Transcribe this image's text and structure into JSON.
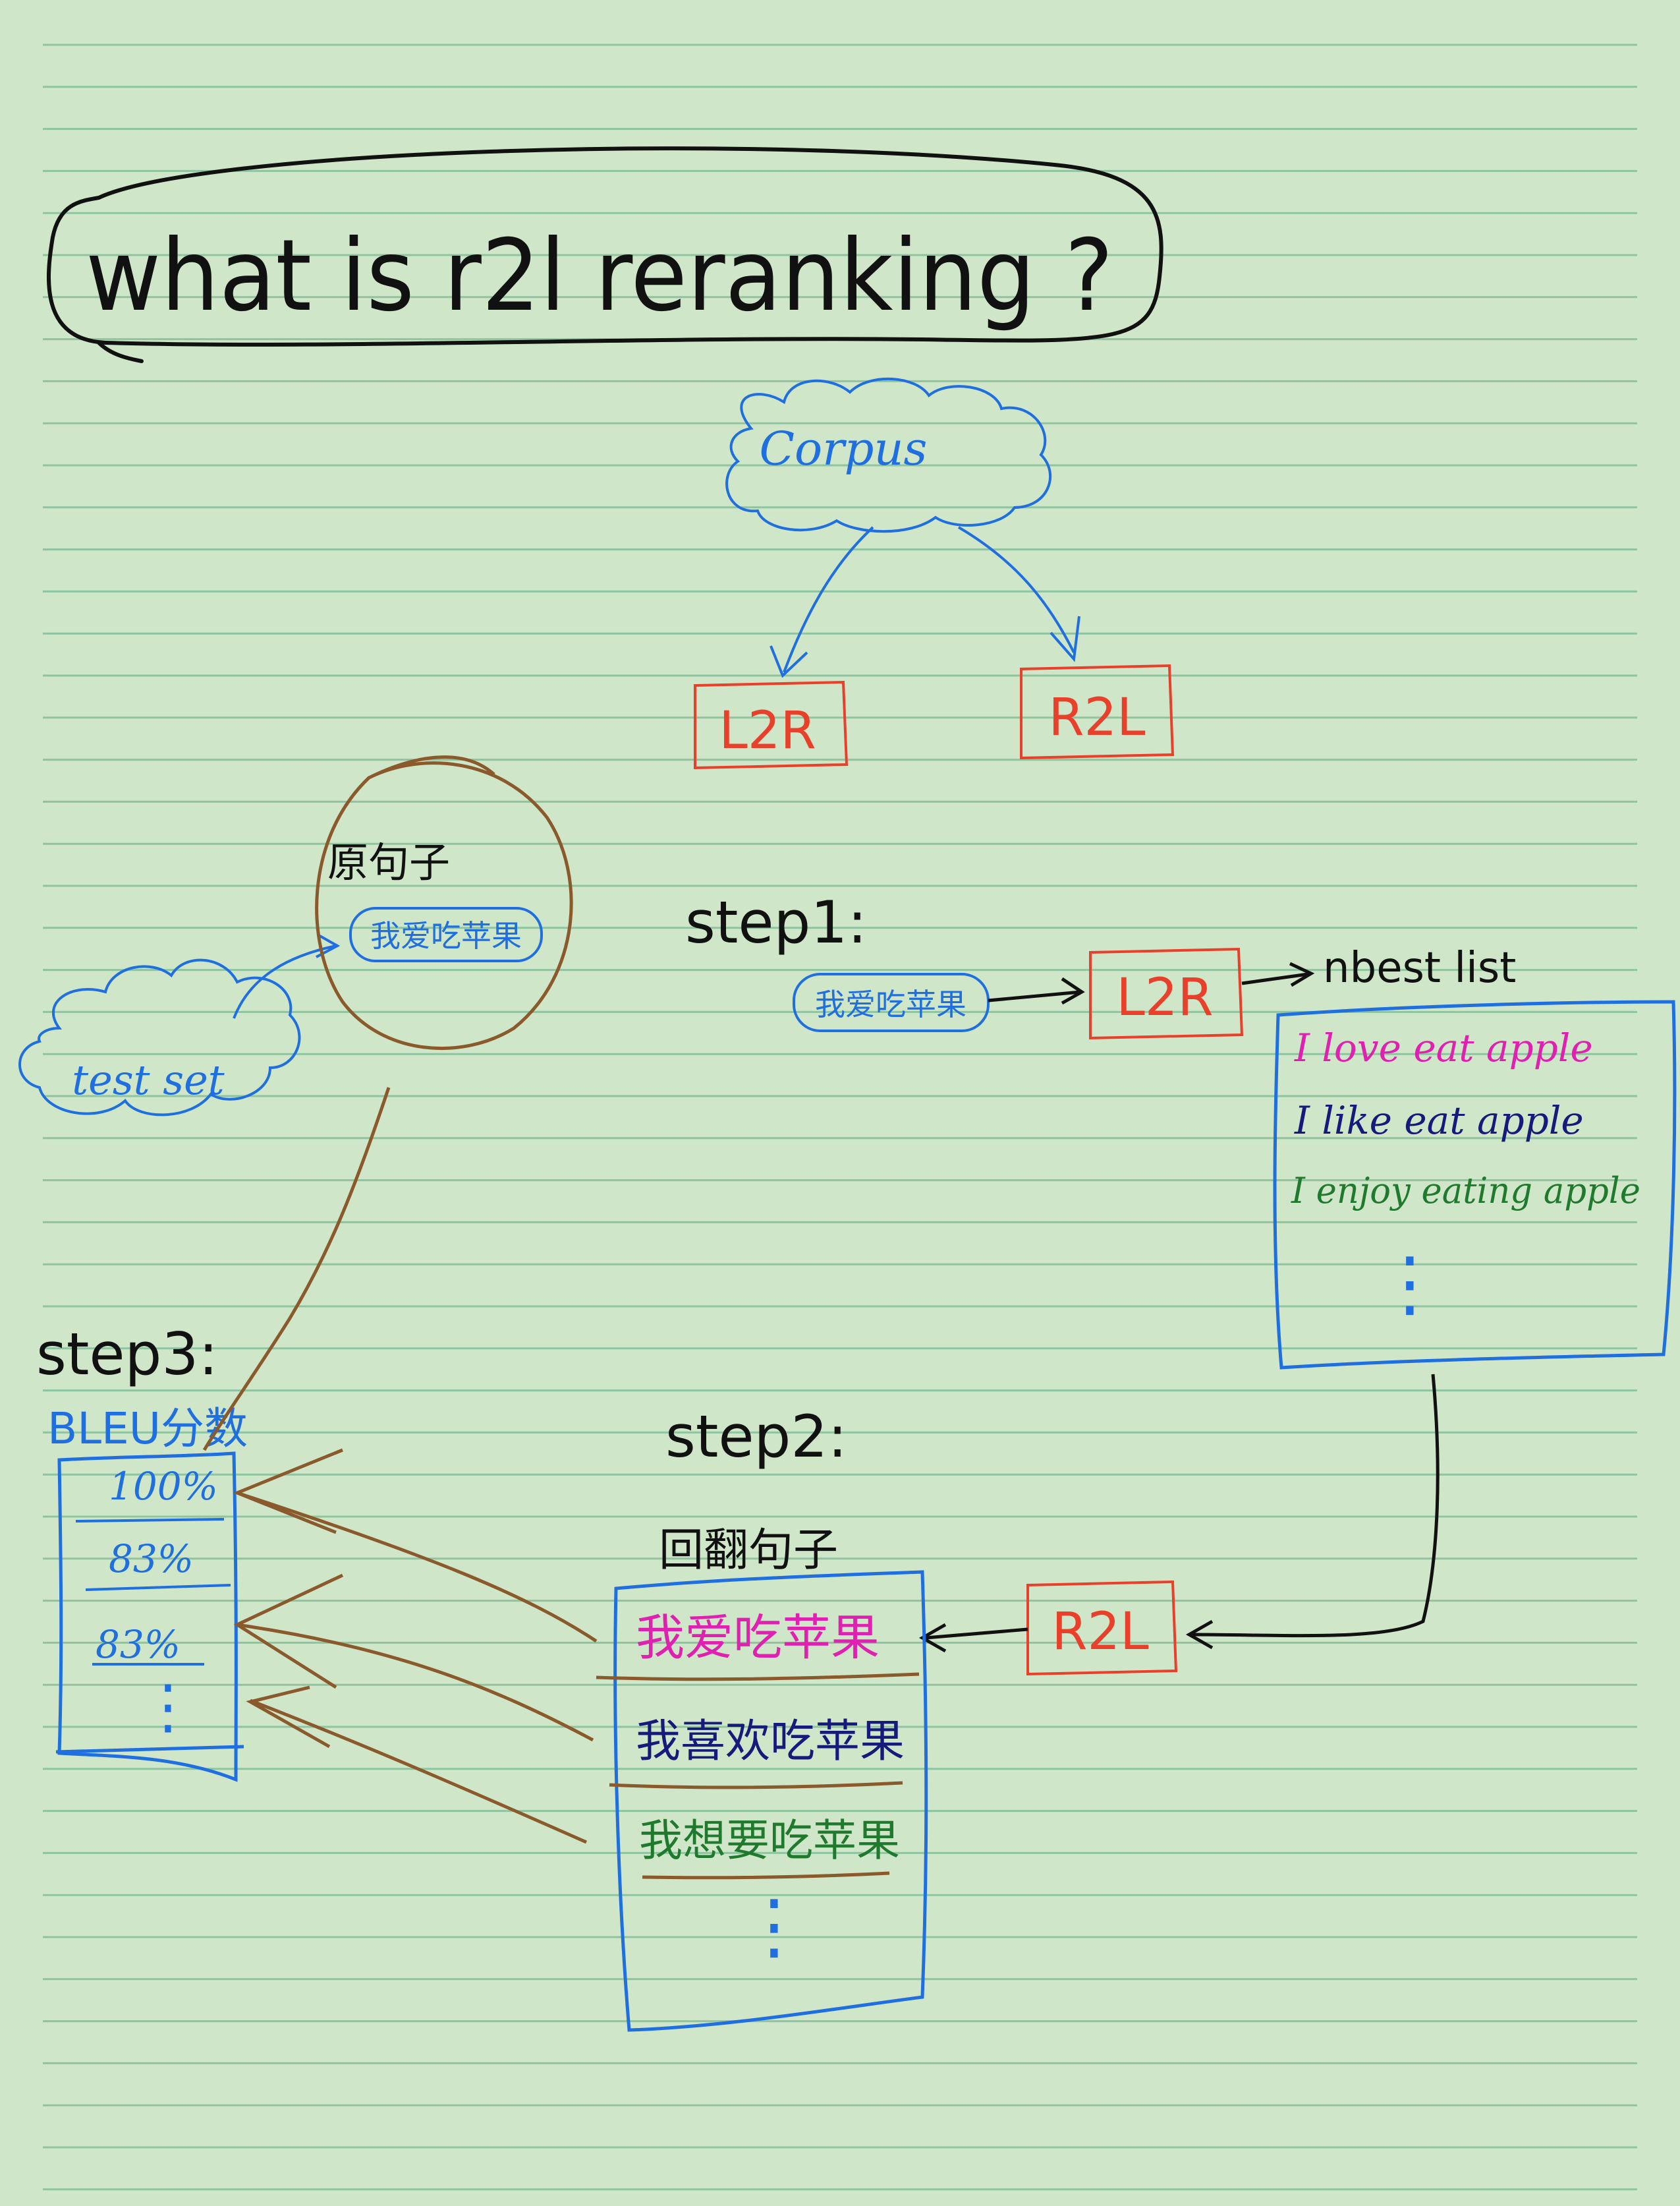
{
  "title": "what is r2l reranking ?",
  "corpus": {
    "label": "Corpus"
  },
  "models": {
    "l2r": "L2R",
    "r2l": "R2L"
  },
  "test_set": {
    "label": "test set",
    "sentence_header": "原句子",
    "sentence": "我爱吃苹果"
  },
  "step1": {
    "label": "step1:",
    "input": "我爱吃苹果",
    "model": "L2R",
    "output_label": "nbest list",
    "nbest": [
      "I love eat apple",
      "I like eat apple",
      "I enjoy eating apple"
    ],
    "ellipsis": "⋮"
  },
  "step2": {
    "label": "step2:",
    "model": "R2L",
    "header": "回翻句子",
    "sentences": [
      "我爱吃苹果",
      "我喜欢吃苹果",
      "我想要吃苹果"
    ],
    "ellipsis": "⋮"
  },
  "step3": {
    "label": "step3:",
    "header": "BLEU分数",
    "scores": [
      "100%",
      "83%",
      "83%"
    ],
    "ellipsis": "⋮"
  },
  "colors": {
    "paper": "#cfe6c8",
    "rule_line": "#8fc4a0",
    "ink": "#111111",
    "blue": "#1f6fe0",
    "red": "#e8402a",
    "brown": "#8a5a2c",
    "magenta": "#e020b0",
    "navy": "#161a7a",
    "green": "#1f7a2e"
  }
}
